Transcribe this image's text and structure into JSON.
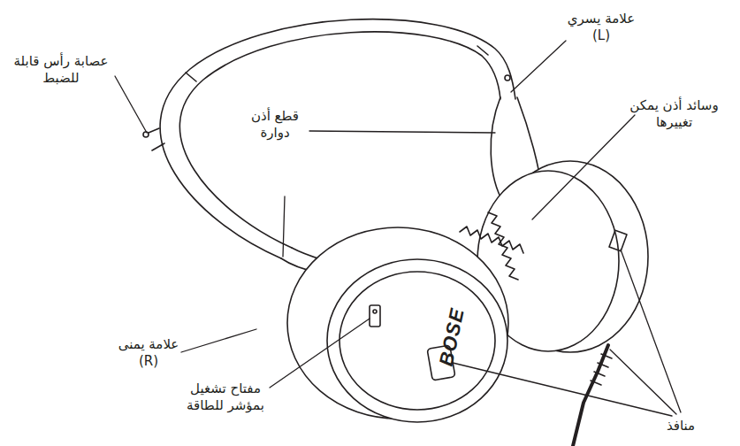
{
  "diagram": {
    "labels": [
      "علامة يسري (L)",
      "عصابة رأس قابلة للضبط",
      "قطع أذن دوارة",
      "وسائد أذن يمكن تغييرها",
      "BOSE",
      "علامة يمنى (R)",
      "مفتاح تشغيل بمؤشر للطاقة",
      "منافذ"
    ]
  }
}
